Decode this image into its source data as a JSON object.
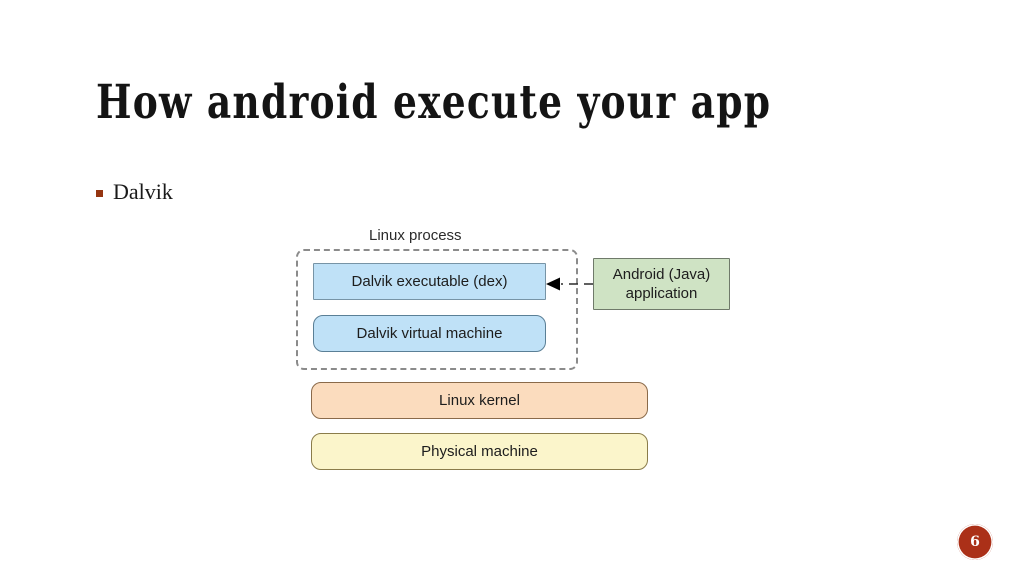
{
  "slide": {
    "title": "How android execute your app",
    "page_number": "6",
    "accent_color": "#ab3018",
    "bullet_color": "#953511",
    "background": "#ffffff"
  },
  "bullets": [
    {
      "marker": "square-bullet",
      "text": "Dalvik"
    }
  ],
  "diagram": {
    "container": {
      "label": "Linux process",
      "style": "dashed",
      "border_color": "#8b8b8b"
    },
    "boxes": [
      {
        "id": "dex",
        "label": "Dalvik executable (dex)",
        "fill": "#bfe1f7",
        "border": "#7794a6",
        "corners": "square"
      },
      {
        "id": "dvm",
        "label": "Dalvik virtual machine",
        "fill": "#bfe1f7",
        "border": "#5a7f96",
        "corners": "rounded"
      },
      {
        "id": "android-app",
        "label_line1": "Android (Java)",
        "label_line2": "application",
        "fill": "#cfe3c4",
        "border": "#6f7a6a",
        "corners": "square"
      },
      {
        "id": "linux-kernel",
        "label": "Linux kernel",
        "fill": "#fbdcbe",
        "border": "#8a6a4a",
        "corners": "rounded"
      },
      {
        "id": "physical-machine",
        "label": "Physical machine",
        "fill": "#fbf5cb",
        "border": "#8a7c4a",
        "corners": "rounded"
      }
    ],
    "connector": {
      "from": "android-app",
      "to": "dex",
      "style": "dashed",
      "arrowhead": "left",
      "color": "#2b2b2b"
    }
  }
}
